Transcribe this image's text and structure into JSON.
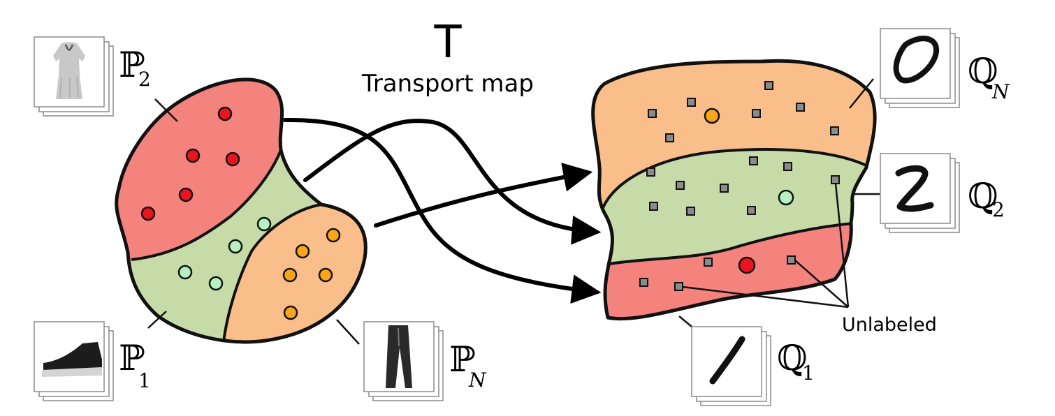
{
  "title": {
    "symbol": "T",
    "caption": "Transport map"
  },
  "source": {
    "distributions": [
      {
        "symbol": "ℙ",
        "index": "2",
        "italic": false,
        "thumbnail": "dress-image",
        "color": "#f4827d"
      },
      {
        "symbol": "ℙ",
        "index": "1",
        "italic": false,
        "thumbnail": "sneaker-image",
        "color": "#c6dba8"
      },
      {
        "symbol": "ℙ",
        "index": "N",
        "italic": true,
        "thumbnail": "trousers-image",
        "color": "#f9be8a"
      }
    ]
  },
  "target": {
    "distributions": [
      {
        "symbol": "ℚ",
        "index": "N",
        "italic": true,
        "thumbnail": "digit-0-image",
        "color": "#f9be8a"
      },
      {
        "symbol": "ℚ",
        "index": "2",
        "italic": false,
        "thumbnail": "digit-2-image",
        "color": "#c6dba8"
      },
      {
        "symbol": "ℚ",
        "index": "1",
        "italic": false,
        "thumbnail": "digit-1-image",
        "color": "#f4827d"
      }
    ],
    "unlabeled_label": "Unlabeled"
  },
  "colors": {
    "red_region": "#f4827d",
    "green_region": "#c6dba8",
    "orange_region": "#f9be8a",
    "red_point": "#e8141e",
    "green_point": "#b8f0c2",
    "orange_point": "#f8a51b",
    "unlabeled_point": "#8b8b8b",
    "outline": "#111111"
  }
}
